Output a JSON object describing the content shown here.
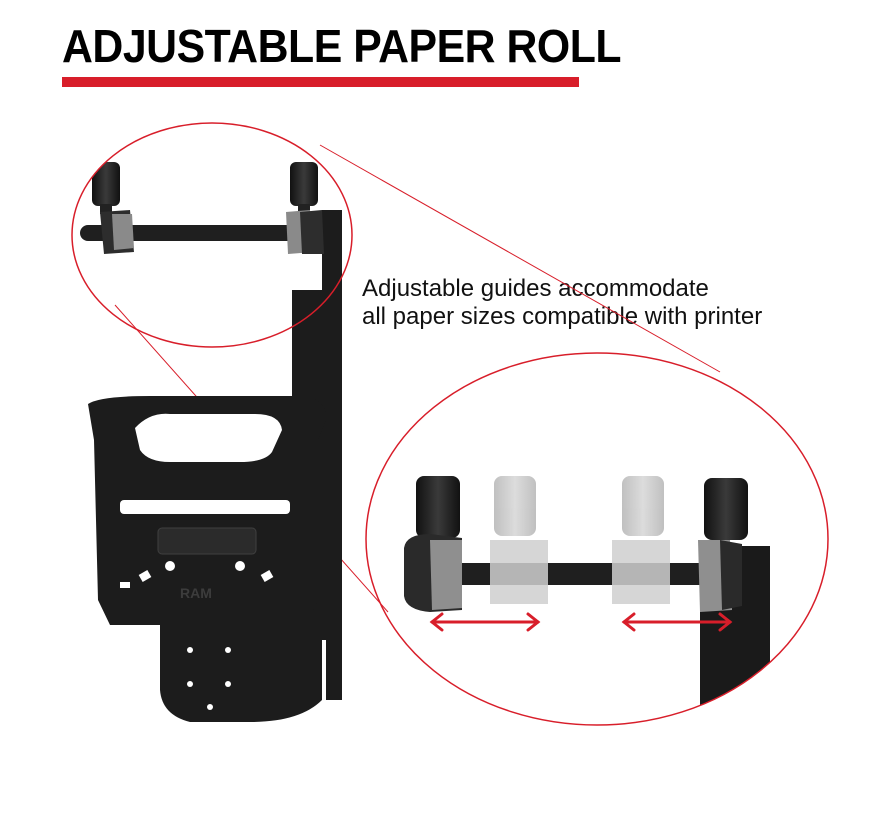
{
  "title": "ADJUSTABLE PAPER ROLL",
  "caption": {
    "line1": "Adjustable guides accommodate",
    "line2": "all paper sizes compatible with printer"
  },
  "brand_mark": "RAM",
  "colors": {
    "accent": "#d81e2a",
    "product": "#1e1e1e",
    "guide_ghost": "#bdbdbd"
  }
}
